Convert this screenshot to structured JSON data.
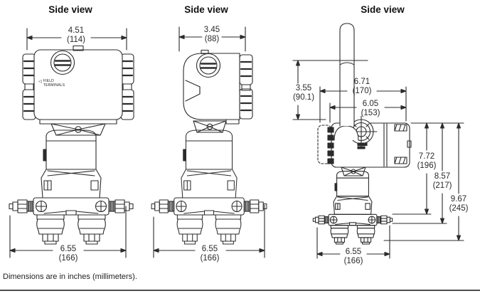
{
  "page": {
    "caption": "Dimensions are in inches (millimeters).",
    "colors": {
      "line": "#2b2b2b",
      "text": "#1f1f1f",
      "rule": "#4d4d4d"
    }
  },
  "icons": {
    "terminal_arrow": "◁"
  },
  "views": [
    {
      "title": "Side view",
      "labels": {
        "field_line1": "FIELD",
        "field_line2": "TERMINALS"
      },
      "dims": {
        "width_top": {
          "in": "4.51",
          "mm": "(114)"
        },
        "width_bottom": {
          "in": "6.55",
          "mm": "(166)"
        }
      }
    },
    {
      "title": "Side view",
      "dims": {
        "depth_top": {
          "in": "3.45",
          "mm": "(88)"
        },
        "width_bottom": {
          "in": "6.55",
          "mm": "(166)"
        }
      }
    },
    {
      "title": "Side view",
      "dims": {
        "antenna": {
          "in": "3.55",
          "mm": "(90.1)"
        },
        "width_incl_cover": {
          "in": "6.71",
          "mm": "(170)"
        },
        "width_housing": {
          "in": "6.05",
          "mm": "(153)"
        },
        "height_to_flange": {
          "in": "7.72",
          "mm": "(196)"
        },
        "height_to_drain": {
          "in": "8.57",
          "mm": "(217)"
        },
        "height_overall": {
          "in": "9.67",
          "mm": "(245)"
        },
        "width_bottom": {
          "in": "6.55",
          "mm": "(166)"
        }
      }
    }
  ]
}
